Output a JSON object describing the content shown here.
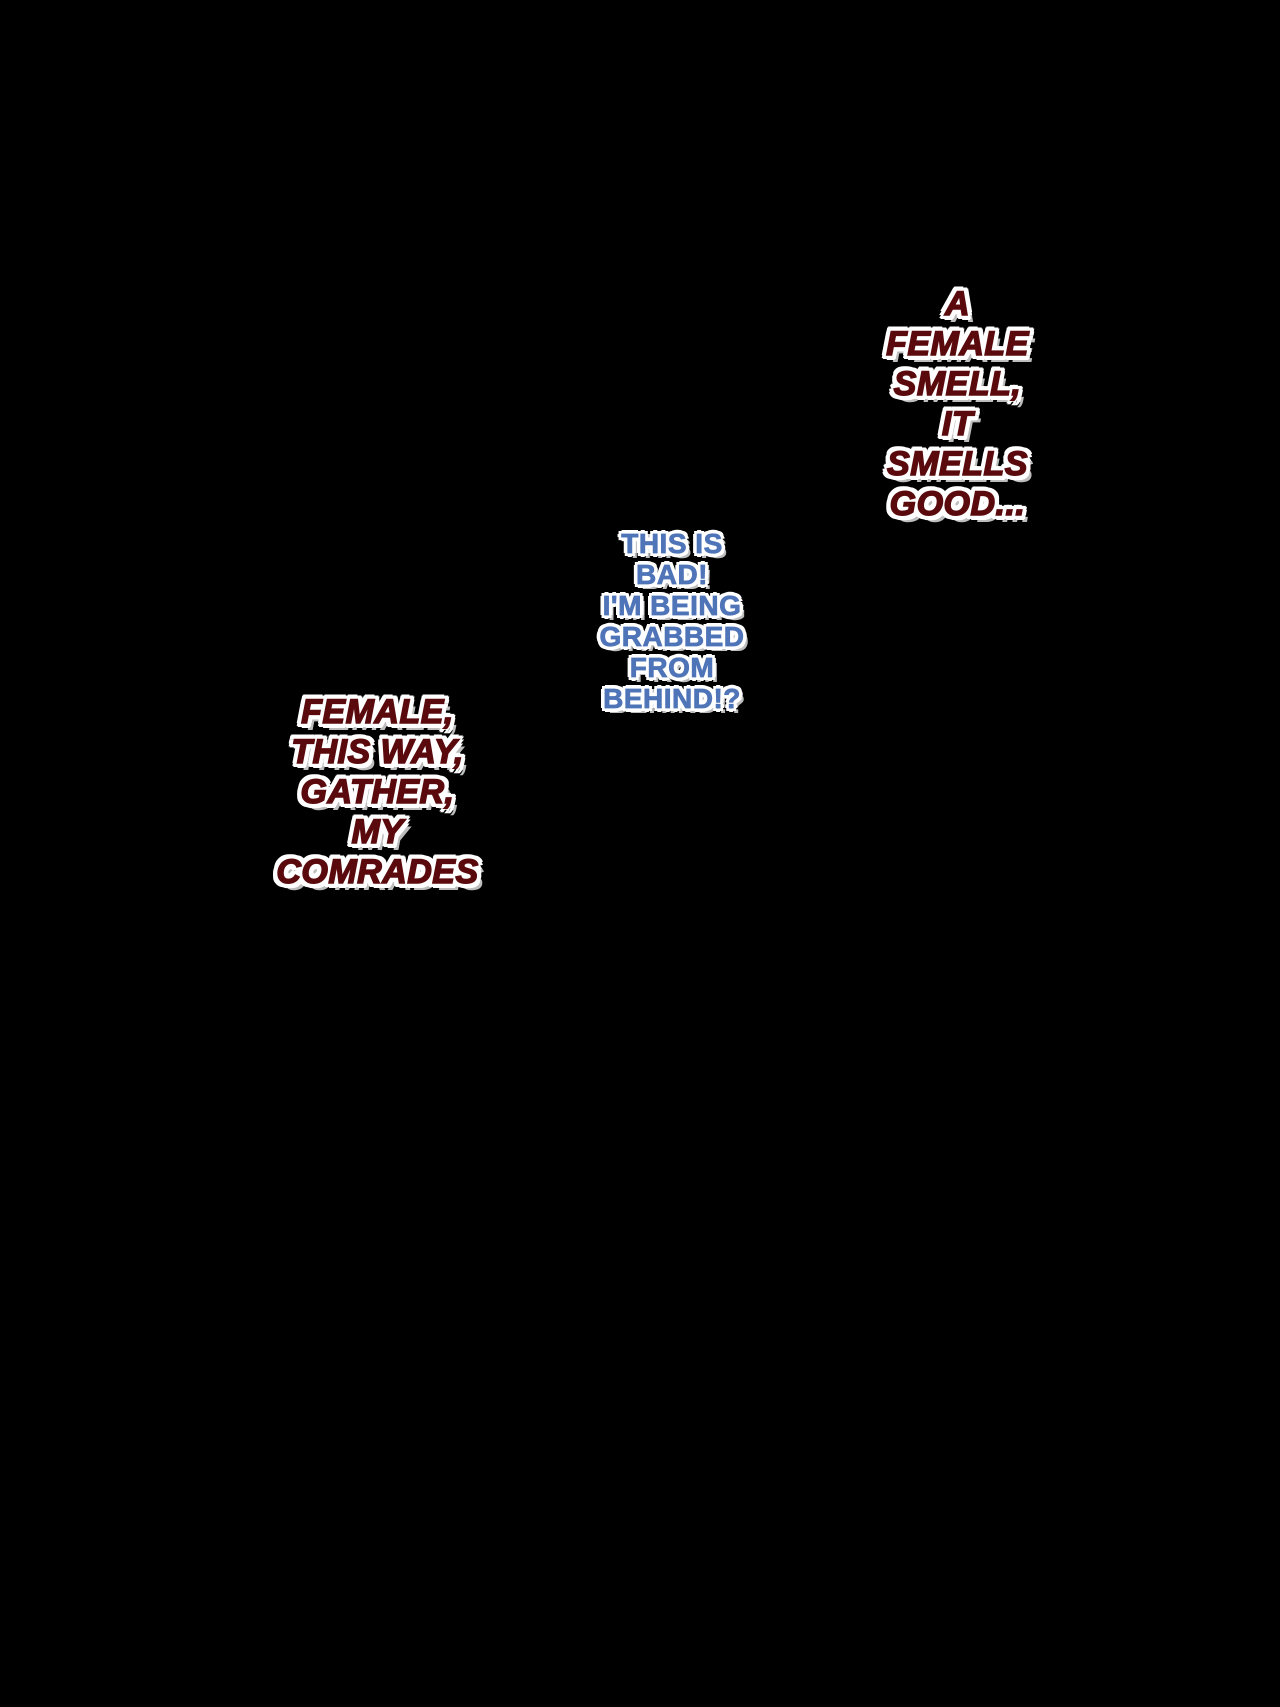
{
  "captions": {
    "right": {
      "lines": [
        "A",
        "FEMALE",
        "SMELL,",
        "IT",
        "SMELLS",
        "GOOD..."
      ],
      "text_color": "#5a0a0d"
    },
    "middle": {
      "lines": [
        "THIS IS",
        "BAD!",
        "I'M BEING",
        "GRABBED",
        "FROM",
        "BEHIND!?"
      ],
      "text_color": "#4f74b8"
    },
    "left": {
      "lines": [
        "FEMALE,",
        "THIS WAY,",
        "GATHER,",
        "MY",
        "COMRADES"
      ],
      "text_color": "#5a0a0d"
    }
  },
  "colors": {
    "background": "#000000",
    "outline": "#ffffff"
  }
}
